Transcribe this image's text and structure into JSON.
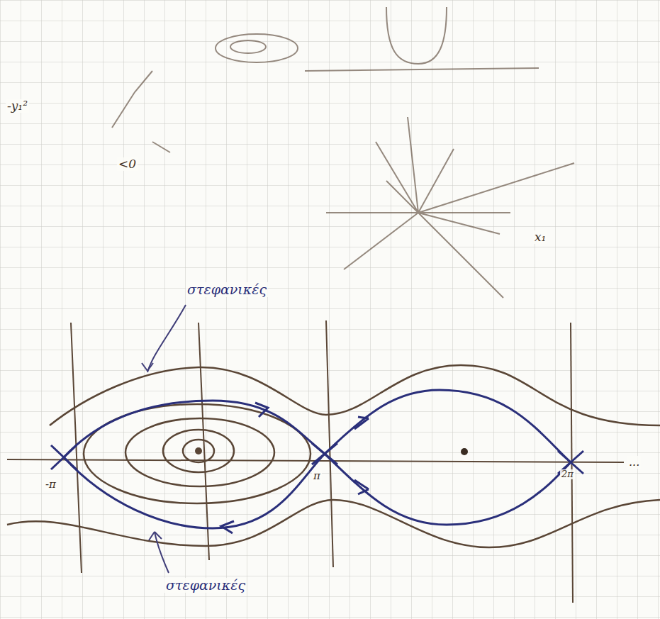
{
  "diagram": {
    "labels": [
      "στεφανικές",
      "στεφανικές",
      "-π",
      "π",
      "2π",
      "...",
      "x₁",
      "-y₁²",
      "<0"
    ]
  }
}
